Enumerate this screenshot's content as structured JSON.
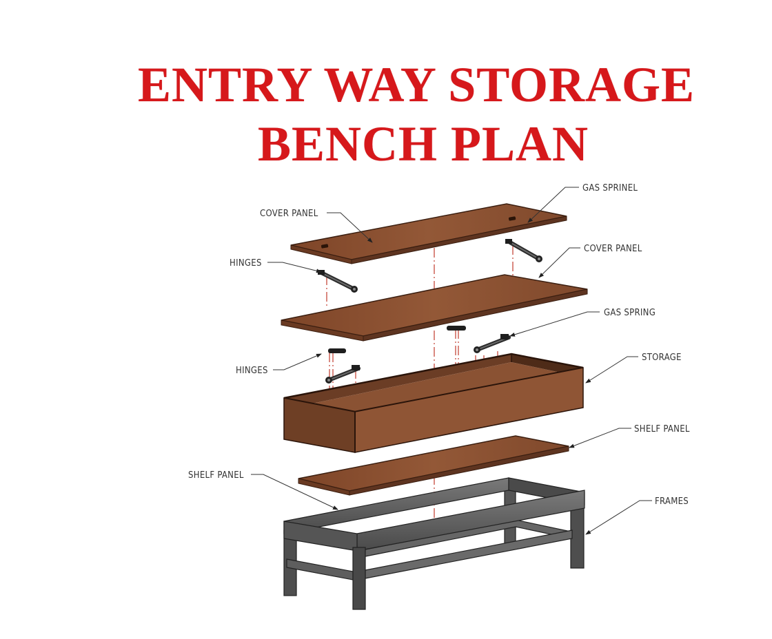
{
  "title": {
    "line1": "ENTRY WAY STORAGE",
    "line2": "BENCH PLAN",
    "color": "#d6181b"
  },
  "labels": {
    "gas_sprinel": "GAS SPRINEL",
    "cover_panel_top": "COVER PANEL",
    "hinges_top": "HINGES",
    "cover_panel_second": "COVER PANEL",
    "gas_spring": "GAS SPRING",
    "hinges_bottom": "HINGES",
    "storage": "STORAGE",
    "shelf_panel_right": "SHELF PANEL",
    "shelf_panel_left": "SHELF PANEL",
    "frames": "FRAMES"
  },
  "colors": {
    "wood_top": "#8f5233",
    "wood_edge": "#5e3420",
    "metal": "#5a5a5a",
    "metal_dark": "#3a3a3a",
    "guide_line": "#c0392b",
    "leader": "#333333"
  }
}
